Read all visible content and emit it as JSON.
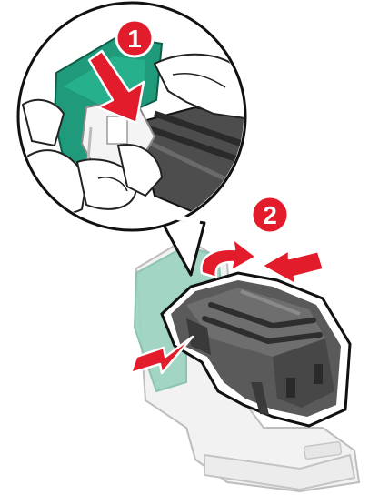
{
  "steps": [
    {
      "number": "1",
      "color": "#e21c2a"
    },
    {
      "number": "2",
      "color": "#e21c2a"
    }
  ],
  "colors": {
    "accent_red": "#e21c2a",
    "green_latch": "#1f9a7a",
    "green_latch_faded": "#9fd4c2",
    "cartridge_dark": "#4a4a4a",
    "cartridge_light": "#7d7d7d",
    "outline": "#111111"
  },
  "icons": [
    "callout-circle",
    "hand-illustration",
    "staple-cartridge",
    "push-arrow"
  ]
}
